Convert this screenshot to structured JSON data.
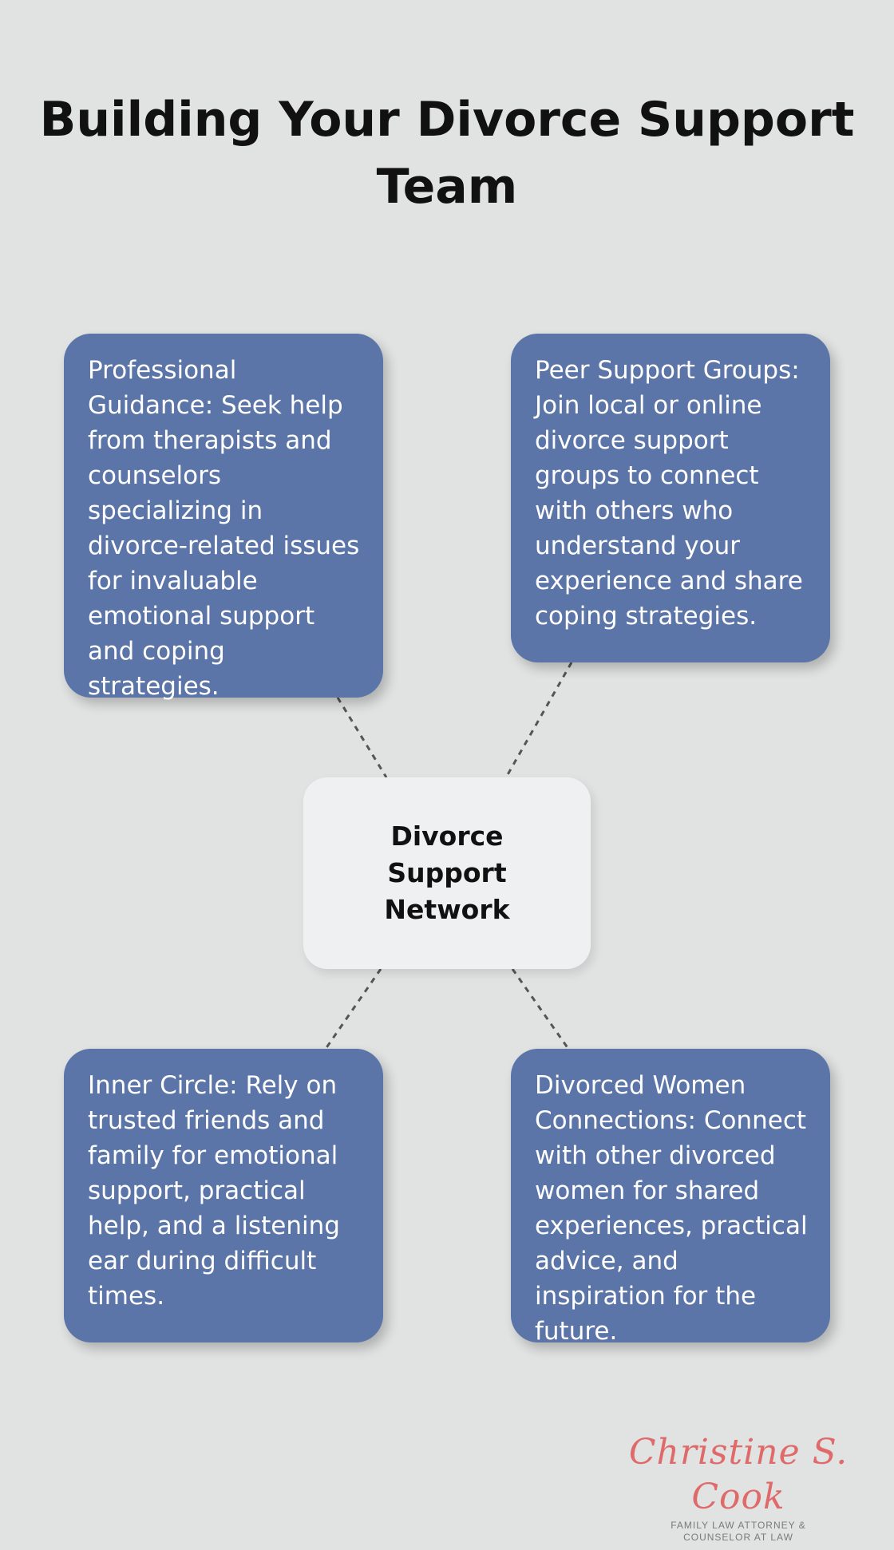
{
  "title": "Building Your Divorce Support Team",
  "center_node": {
    "label": "Divorce Support Network"
  },
  "cards": {
    "top_left": "Professional Guidance: Seek help from therapists and counselors specializing in divorce-related issues for invaluable emotional support and coping strategies.",
    "top_right": "Peer Support Groups: Join local or online divorce support groups to connect with others who understand your experience and share coping strategies.",
    "bottom_left": "Inner Circle: Rely on trusted friends and family for emotional support, practical help, and a listening ear during difficult times.",
    "bottom_right": "Divorced Women Connections: Connect with other divorced women for shared experiences, practical advice, and inspiration for the future."
  },
  "logo": {
    "name": "Christine S. Cook",
    "tagline": "FAMILY LAW ATTORNEY & COUNSELOR AT LAW"
  },
  "colors": {
    "background": "#e1e2e2",
    "card": "#5b75a8",
    "center_node": "#eff0f2",
    "logo_script": "#e06a6a"
  }
}
